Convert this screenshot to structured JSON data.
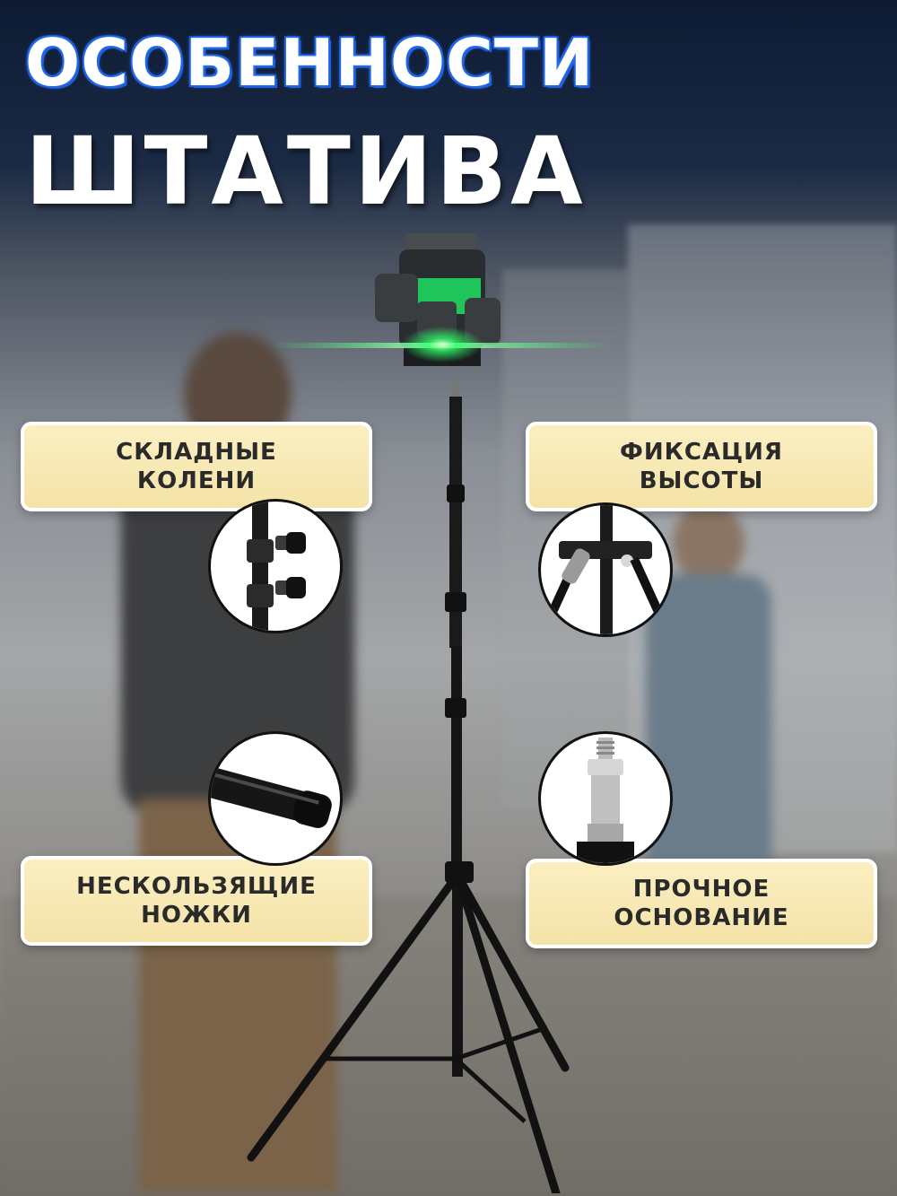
{
  "headline": {
    "line1": "ОСОБЕННОСТИ",
    "line2": "ШТАТИВА"
  },
  "features": [
    {
      "label": "СКЛАДНЫЕ\nКОЛЕНИ",
      "icon": "folding-knee-clamp-icon"
    },
    {
      "label": "ФИКСАЦИЯ\nВЫСОТЫ",
      "icon": "height-lock-bracket-icon"
    },
    {
      "label": "НЕСКОЛЬЗЯЩИЕ\nНОЖКИ",
      "icon": "rubber-foot-icon"
    },
    {
      "label": "ПРОЧНОЕ\nОСНОВАНИЕ",
      "icon": "threaded-mount-icon"
    }
  ],
  "colors": {
    "headline_glow": "#1e5ad8",
    "badge_fill": "#f7e8b3",
    "laser_green": "#2cff6a"
  }
}
